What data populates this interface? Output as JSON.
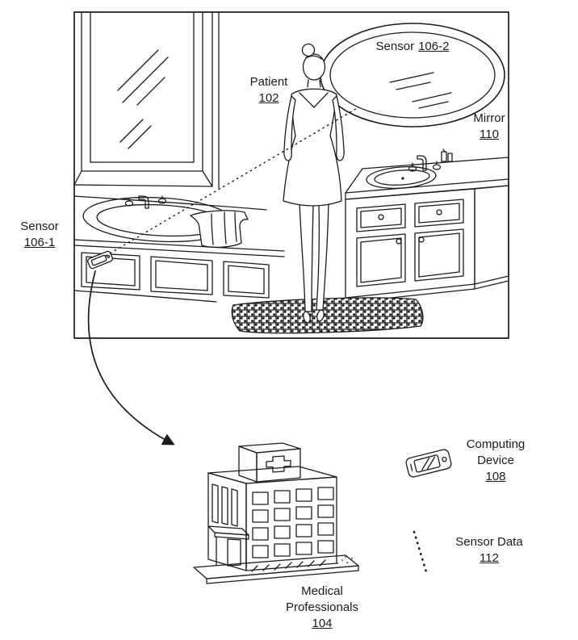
{
  "figure": {
    "background": "#ffffff",
    "ink": "#1c1c1c"
  },
  "labels": {
    "sensor_in_mirror": {
      "name": "Sensor",
      "ref": "106-2"
    },
    "patient": {
      "name": "Patient",
      "ref": "102"
    },
    "mirror": {
      "name": "Mirror",
      "ref": "110"
    },
    "sensor_on_tub": {
      "name": "Sensor",
      "ref": "106-1"
    },
    "computing_device": {
      "name": "Computing Device",
      "ref": "108"
    },
    "sensor_data": {
      "name": "Sensor Data",
      "ref": "112"
    },
    "medical_professionals": {
      "name": "Medical Professionals",
      "ref": "104"
    }
  }
}
